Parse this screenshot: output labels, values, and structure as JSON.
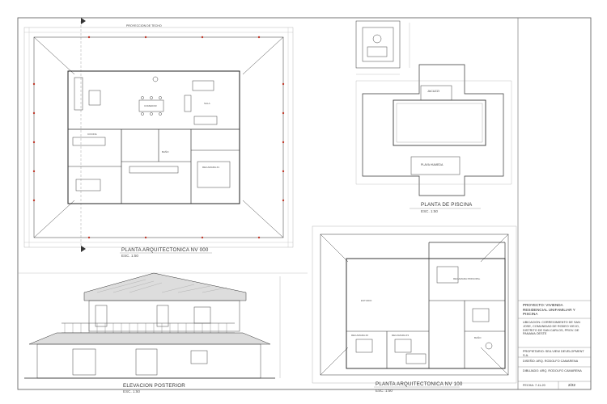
{
  "sheet": {
    "plan_nv000": {
      "title": "PLANTA ARQUITECTONICA NV 000",
      "scale": "ESC. 1:50",
      "roof_label": "PROYECCION DE TECHO",
      "rooms": [
        "COMEDOR",
        "SALA",
        "COCINA",
        "RECAMARA #1",
        "BAÑO"
      ]
    },
    "elevation": {
      "title": "ELEVACION POSTERIOR",
      "scale": "ESC. 1:50"
    },
    "plan_nv100": {
      "title": "PLANTA ARQUITECTONICA NV 100",
      "scale": "ESC. 1:50",
      "rooms": [
        "RECAMARA PRINCIPAL",
        "RECAMARA #2",
        "RECAMARA #3",
        "ESTUDIO",
        "BAÑO"
      ]
    },
    "pool_plan": {
      "title": "PLANTA DE PISCINA",
      "scale": "ESC. 1:50",
      "labels": [
        "JACUZZI",
        "PLAYA HUMEDA"
      ]
    },
    "title_block": {
      "project": "PROYECTO: VIVIENDA RESIDENCIAL UNIFAMILIAR Y PISCINA",
      "location": "UBICACION: CORREGIMIENTO DE SAN JOSE, COMUNIDAD DE RODEO VIEJO, DISTRITO DE SAN CARLOS, PROV. DE PANAMA OESTE",
      "owner": "PROPIETARIO: SEA VIEW DEVELOPMENT S.A.",
      "designer": "DISEÑO: ARQ. RODOLFO CAMARENA",
      "drafter": "DIBUJADO: ARQ. RODOLFO CAMARENA",
      "date": "FECHA: 7-11-20",
      "sheet_no": "2/22"
    }
  }
}
